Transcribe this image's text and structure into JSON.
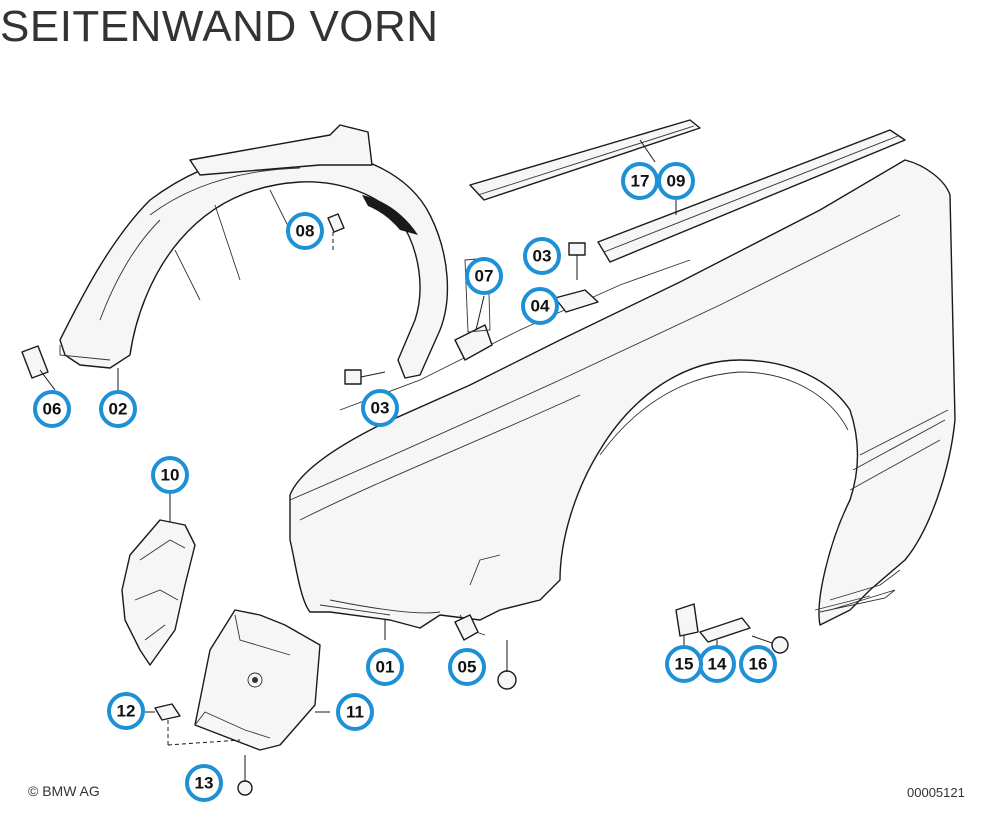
{
  "title": "SEITENWAND VORN",
  "copyright": "© BMW AG",
  "catalog_number": "00005121",
  "callouts": [
    {
      "id": "c-01",
      "label": "01",
      "part": "side-panel"
    },
    {
      "id": "c-02",
      "label": "02",
      "part": "wheel-arch-liner"
    },
    {
      "id": "c-03a",
      "label": "03",
      "part": "bolt"
    },
    {
      "id": "c-03b",
      "label": "03",
      "part": "bolt"
    },
    {
      "id": "c-04",
      "label": "04",
      "part": "clip-nut"
    },
    {
      "id": "c-05",
      "label": "05",
      "part": "screw"
    },
    {
      "id": "c-06",
      "label": "06",
      "part": "clip"
    },
    {
      "id": "c-07",
      "label": "07",
      "part": "bracket"
    },
    {
      "id": "c-08",
      "label": "08",
      "part": "clip"
    },
    {
      "id": "c-09",
      "label": "09",
      "part": "seal-strip"
    },
    {
      "id": "c-10",
      "label": "10",
      "part": "cover"
    },
    {
      "id": "c-11",
      "label": "11",
      "part": "cover-plate"
    },
    {
      "id": "c-12",
      "label": "12",
      "part": "clip-nut"
    },
    {
      "id": "c-13",
      "label": "13",
      "part": "screw"
    },
    {
      "id": "c-14",
      "label": "14",
      "part": "bracket"
    },
    {
      "id": "c-15",
      "label": "15",
      "part": "clip"
    },
    {
      "id": "c-16",
      "label": "16",
      "part": "screw"
    },
    {
      "id": "c-17",
      "label": "17",
      "part": "seal-strip"
    }
  ]
}
